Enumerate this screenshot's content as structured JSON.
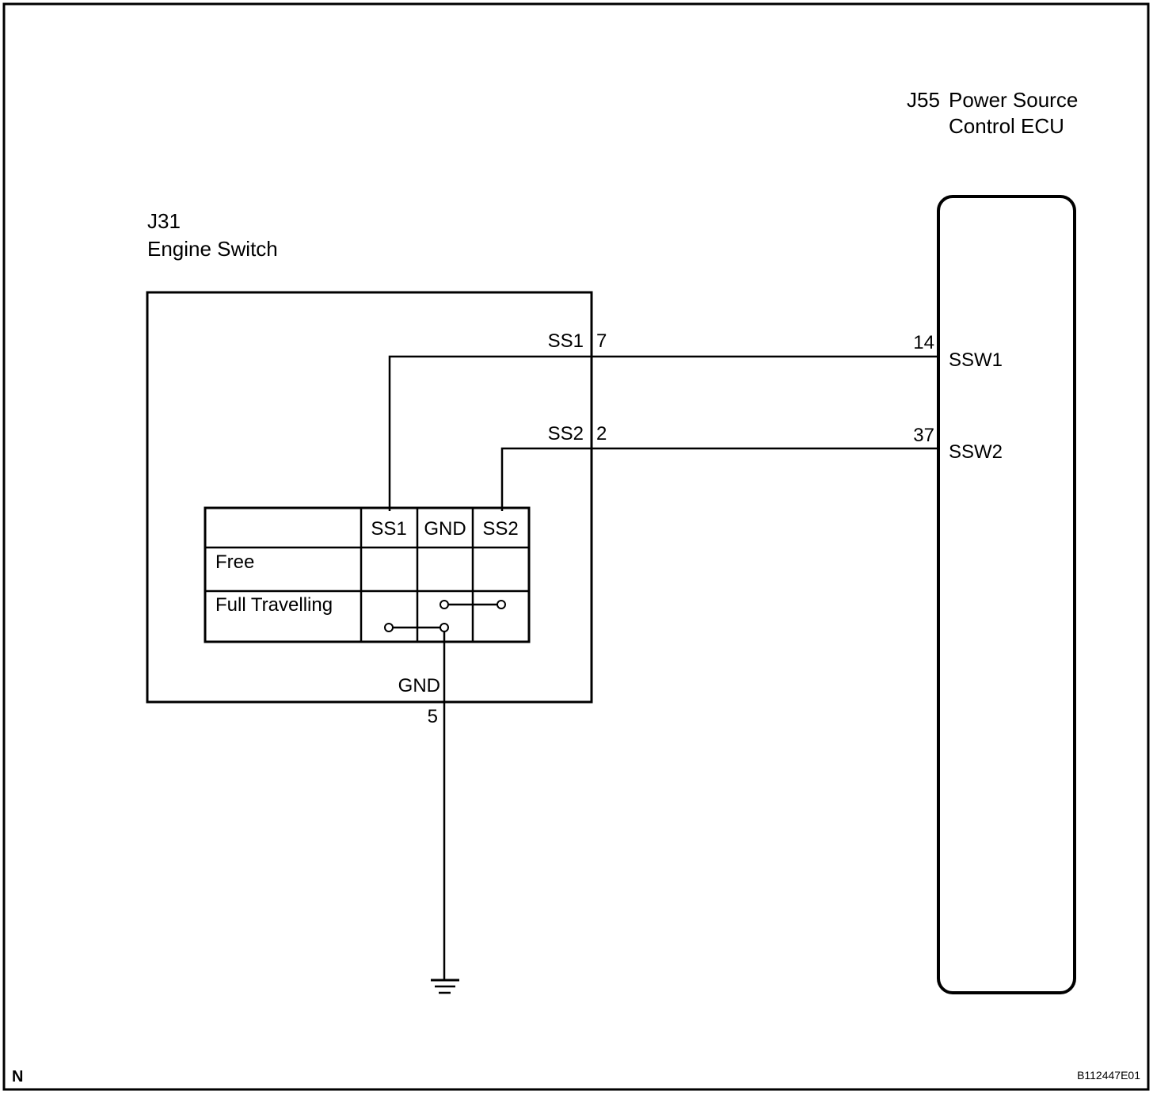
{
  "ecu": {
    "code": "J55",
    "name_line1": "Power Source",
    "name_line2": "Control ECU",
    "pins": [
      {
        "number": "14",
        "label": "SSW1"
      },
      {
        "number": "37",
        "label": "SSW2"
      }
    ]
  },
  "engine_switch": {
    "code": "J31",
    "name": "Engine Switch",
    "terminals": [
      {
        "label": "SS1",
        "number": "7"
      },
      {
        "label": "SS2",
        "number": "2"
      },
      {
        "label": "GND",
        "number": "5"
      }
    ],
    "table": {
      "headers": [
        "SS1",
        "GND",
        "SS2"
      ],
      "rows": [
        "Free",
        "Full Travelling"
      ]
    }
  },
  "footer": {
    "corner_mark": "N",
    "figure_code": "B112447E01"
  }
}
